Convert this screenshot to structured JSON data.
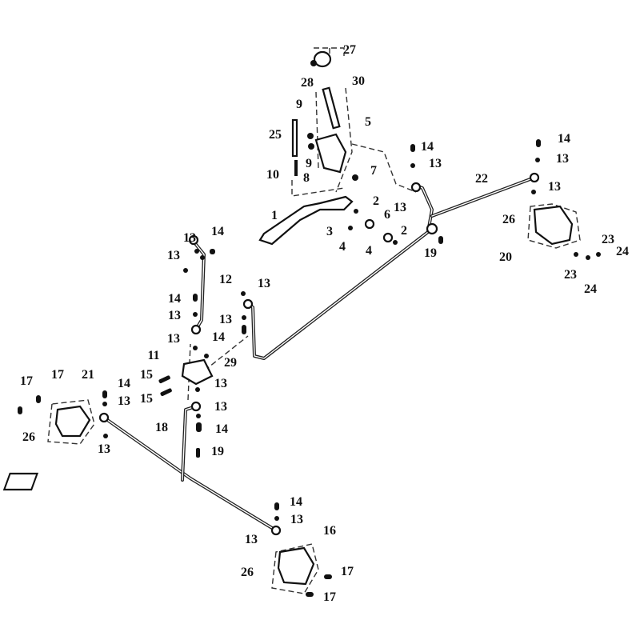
{
  "title": "Brake system exploded parts diagram",
  "labels": [
    "27",
    "28",
    "30",
    "9",
    "5",
    "25",
    "9",
    "8",
    "10",
    "7",
    "14",
    "13",
    "13",
    "1",
    "2",
    "6",
    "3",
    "4",
    "4",
    "2",
    "19",
    "22",
    "14",
    "13",
    "13",
    "26",
    "20",
    "23",
    "24",
    "23",
    "24",
    "13",
    "14",
    "13",
    "12",
    "13",
    "14",
    "13",
    "13",
    "14",
    "13",
    "11",
    "29",
    "15",
    "15",
    "13",
    "13",
    "14",
    "18",
    "19",
    "17",
    "17",
    "21",
    "14",
    "13",
    "26",
    "13",
    "14",
    "13",
    "16",
    "13",
    "26",
    "17",
    "17"
  ]
}
